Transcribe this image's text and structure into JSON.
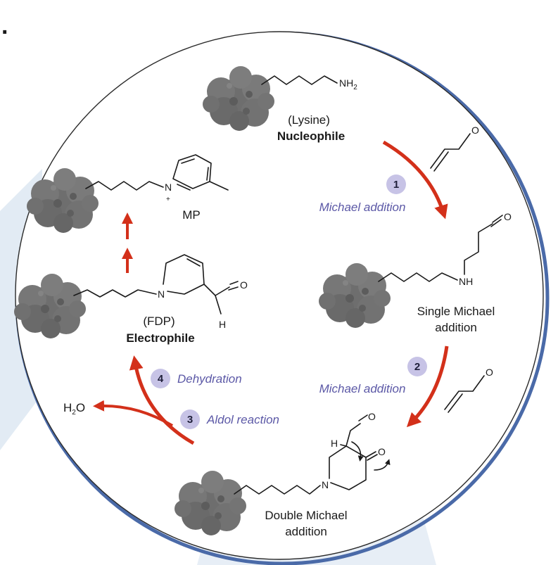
{
  "top_left_mark": ".",
  "colors": {
    "arrow_red": "#d3301a",
    "step_purple": "#5b58a6",
    "badge_fill": "#c7c3e6",
    "ring_blue": "#4a6aa8",
    "protein_gray": "#6e6e6e"
  },
  "icons": {
    "protein": "protein-blob-icon"
  },
  "molecules": {
    "lysine": {
      "atom": "NH",
      "atom_sub": "2",
      "name": "(Lysine)",
      "role": "Nucleophile"
    },
    "single": {
      "atom_n": "N",
      "atom_h": "H",
      "label_line1": "Single Michael",
      "label_line2": "addition"
    },
    "double": {
      "atom_n": "N",
      "atom_h": "H",
      "atom_o1": "O",
      "atom_o2": "O",
      "label_line1": "Double Michael",
      "label_line2": "addition"
    },
    "fdp": {
      "atom_n": "N",
      "atom_o": "O",
      "atom_h": "H",
      "name": "(FDP)",
      "role": "Electrophile"
    },
    "mp": {
      "atom_n": "N",
      "charge": "+",
      "name": "MP"
    },
    "acrolein_top": {
      "atom_o": "O"
    },
    "acrolein_bottom": {
      "atom_o": "O"
    },
    "water": {
      "prefix": "H",
      "sub": "2",
      "suffix": "O"
    }
  },
  "steps": [
    {
      "number": "1",
      "label": "Michael addition"
    },
    {
      "number": "2",
      "label": "Michael addition"
    },
    {
      "number": "3",
      "label": "Aldol reaction"
    },
    {
      "number": "4",
      "label": "Dehydration"
    }
  ]
}
